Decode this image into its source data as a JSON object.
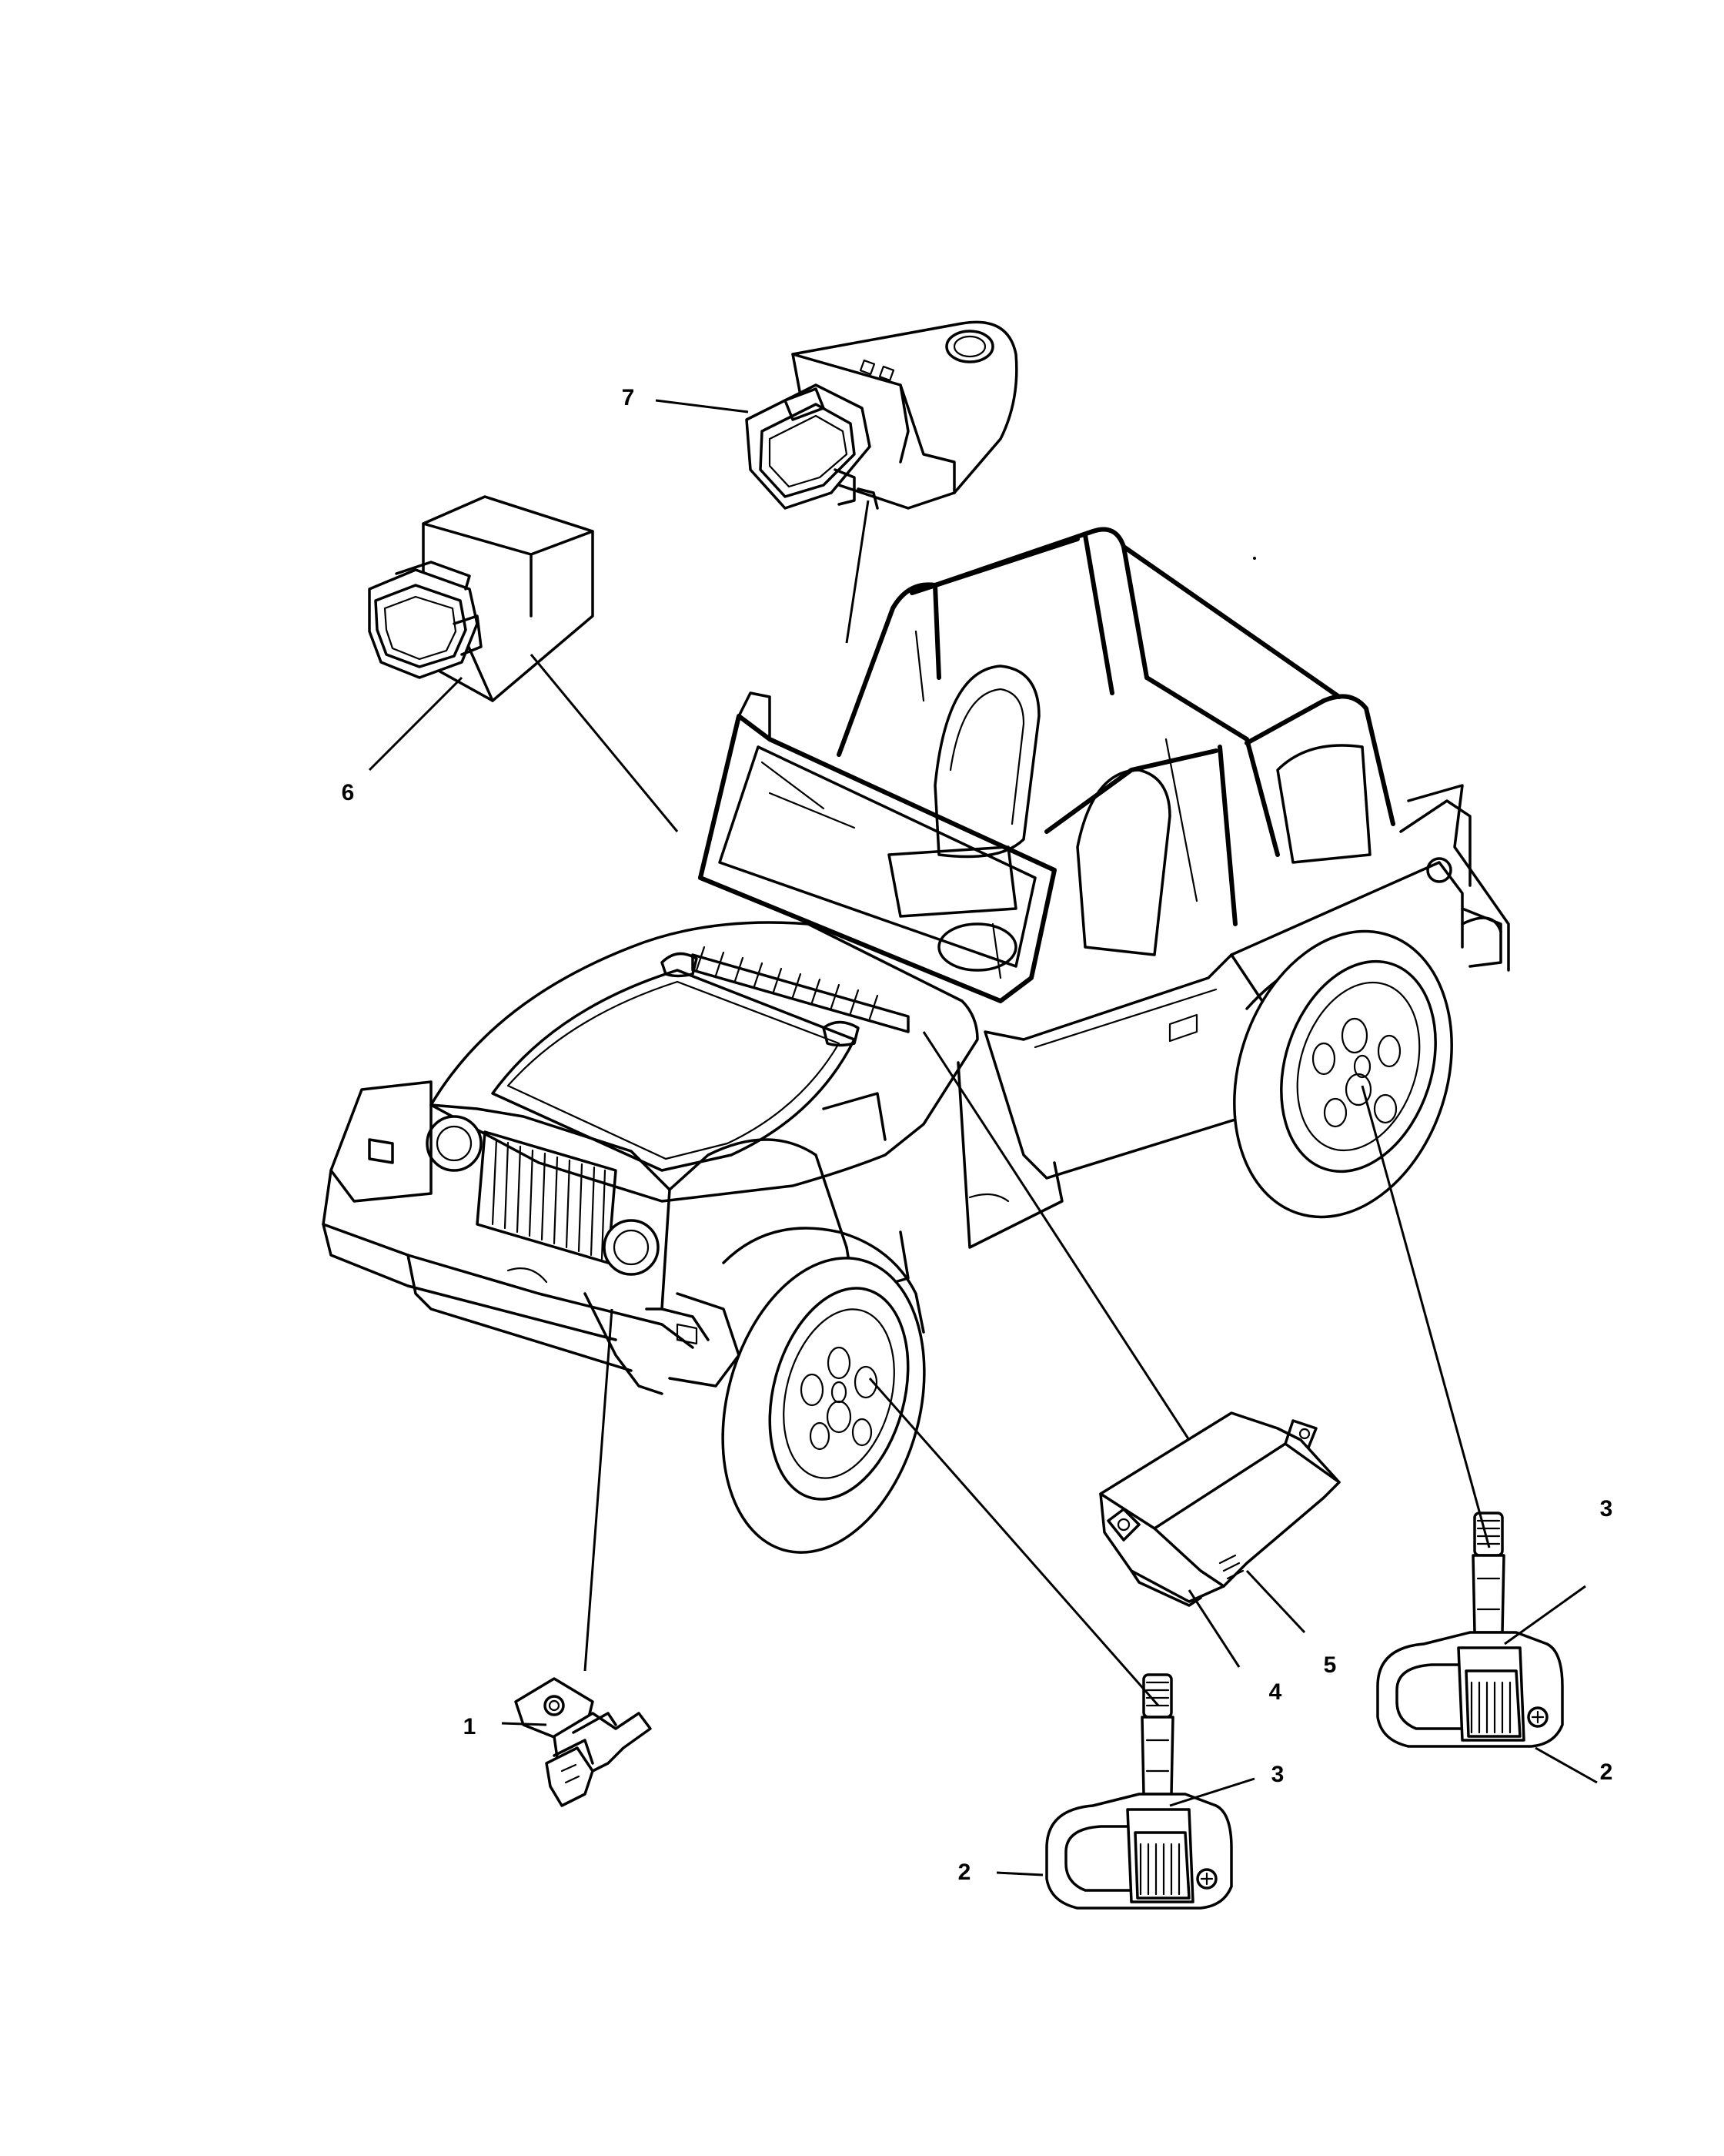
{
  "diagram": {
    "callouts": [
      {
        "id": "c1",
        "label": "1"
      },
      {
        "id": "c2a",
        "label": "2"
      },
      {
        "id": "c2b",
        "label": "2"
      },
      {
        "id": "c3a",
        "label": "3"
      },
      {
        "id": "c3b",
        "label": "3"
      },
      {
        "id": "c4",
        "label": "4"
      },
      {
        "id": "c5",
        "label": "5"
      },
      {
        "id": "c6",
        "label": "6"
      },
      {
        "id": "c7",
        "label": "7"
      }
    ]
  }
}
